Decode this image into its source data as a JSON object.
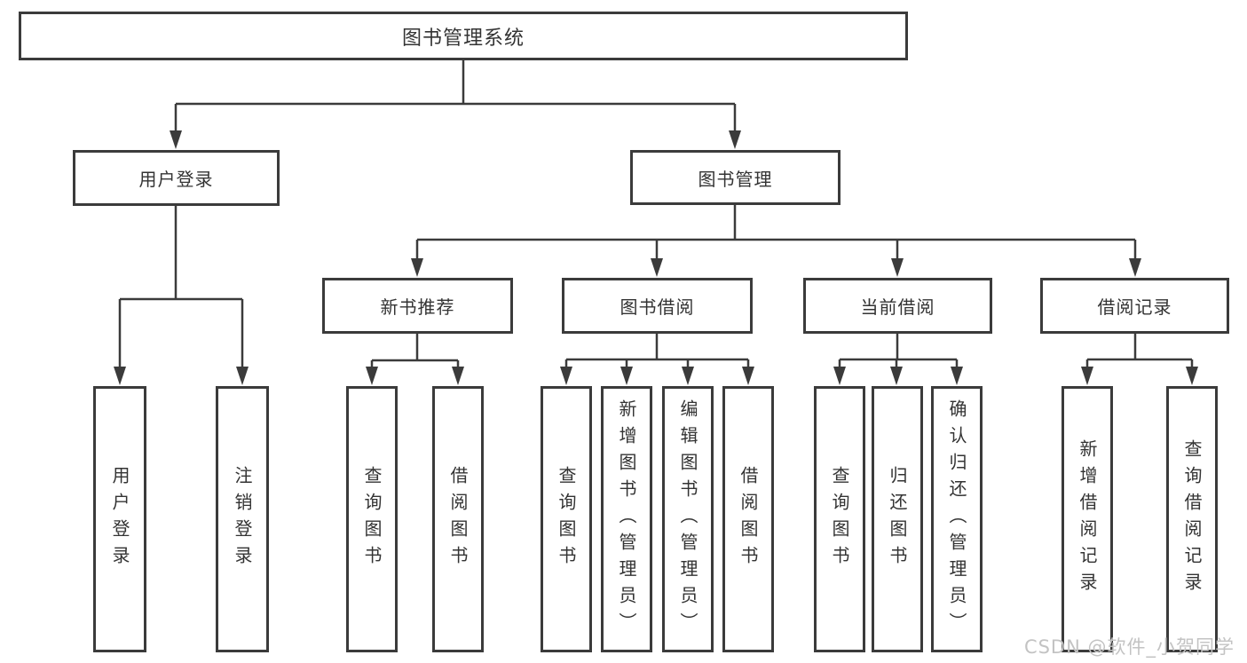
{
  "diagram": {
    "root": {
      "label": "图书管理系统"
    },
    "branches": [
      {
        "label": "用户登录",
        "children": [
          {
            "label": "用户登录"
          },
          {
            "label": "注销登录"
          }
        ]
      },
      {
        "label": "图书管理",
        "children": [
          {
            "label": "新书推荐",
            "children": [
              {
                "label": "查询图书"
              },
              {
                "label": "借阅图书"
              }
            ]
          },
          {
            "label": "图书借阅",
            "children": [
              {
                "label": "查询图书"
              },
              {
                "label": "新增图书（管理员）"
              },
              {
                "label": "编辑图书（管理员）"
              },
              {
                "label": "借阅图书"
              }
            ]
          },
          {
            "label": "当前借阅",
            "children": [
              {
                "label": "查询图书"
              },
              {
                "label": "归还图书"
              },
              {
                "label": "确认归还（管理员）"
              }
            ]
          },
          {
            "label": "借阅记录",
            "children": [
              {
                "label": "新增借阅记录"
              },
              {
                "label": "查询借阅记录"
              }
            ]
          }
        ]
      }
    ]
  },
  "watermark": "CSDN @软件_小贺同学",
  "colors": {
    "line": "#3b3b3b",
    "text": "#333333",
    "background": "#ffffff",
    "watermark": "#c3c3c3"
  }
}
